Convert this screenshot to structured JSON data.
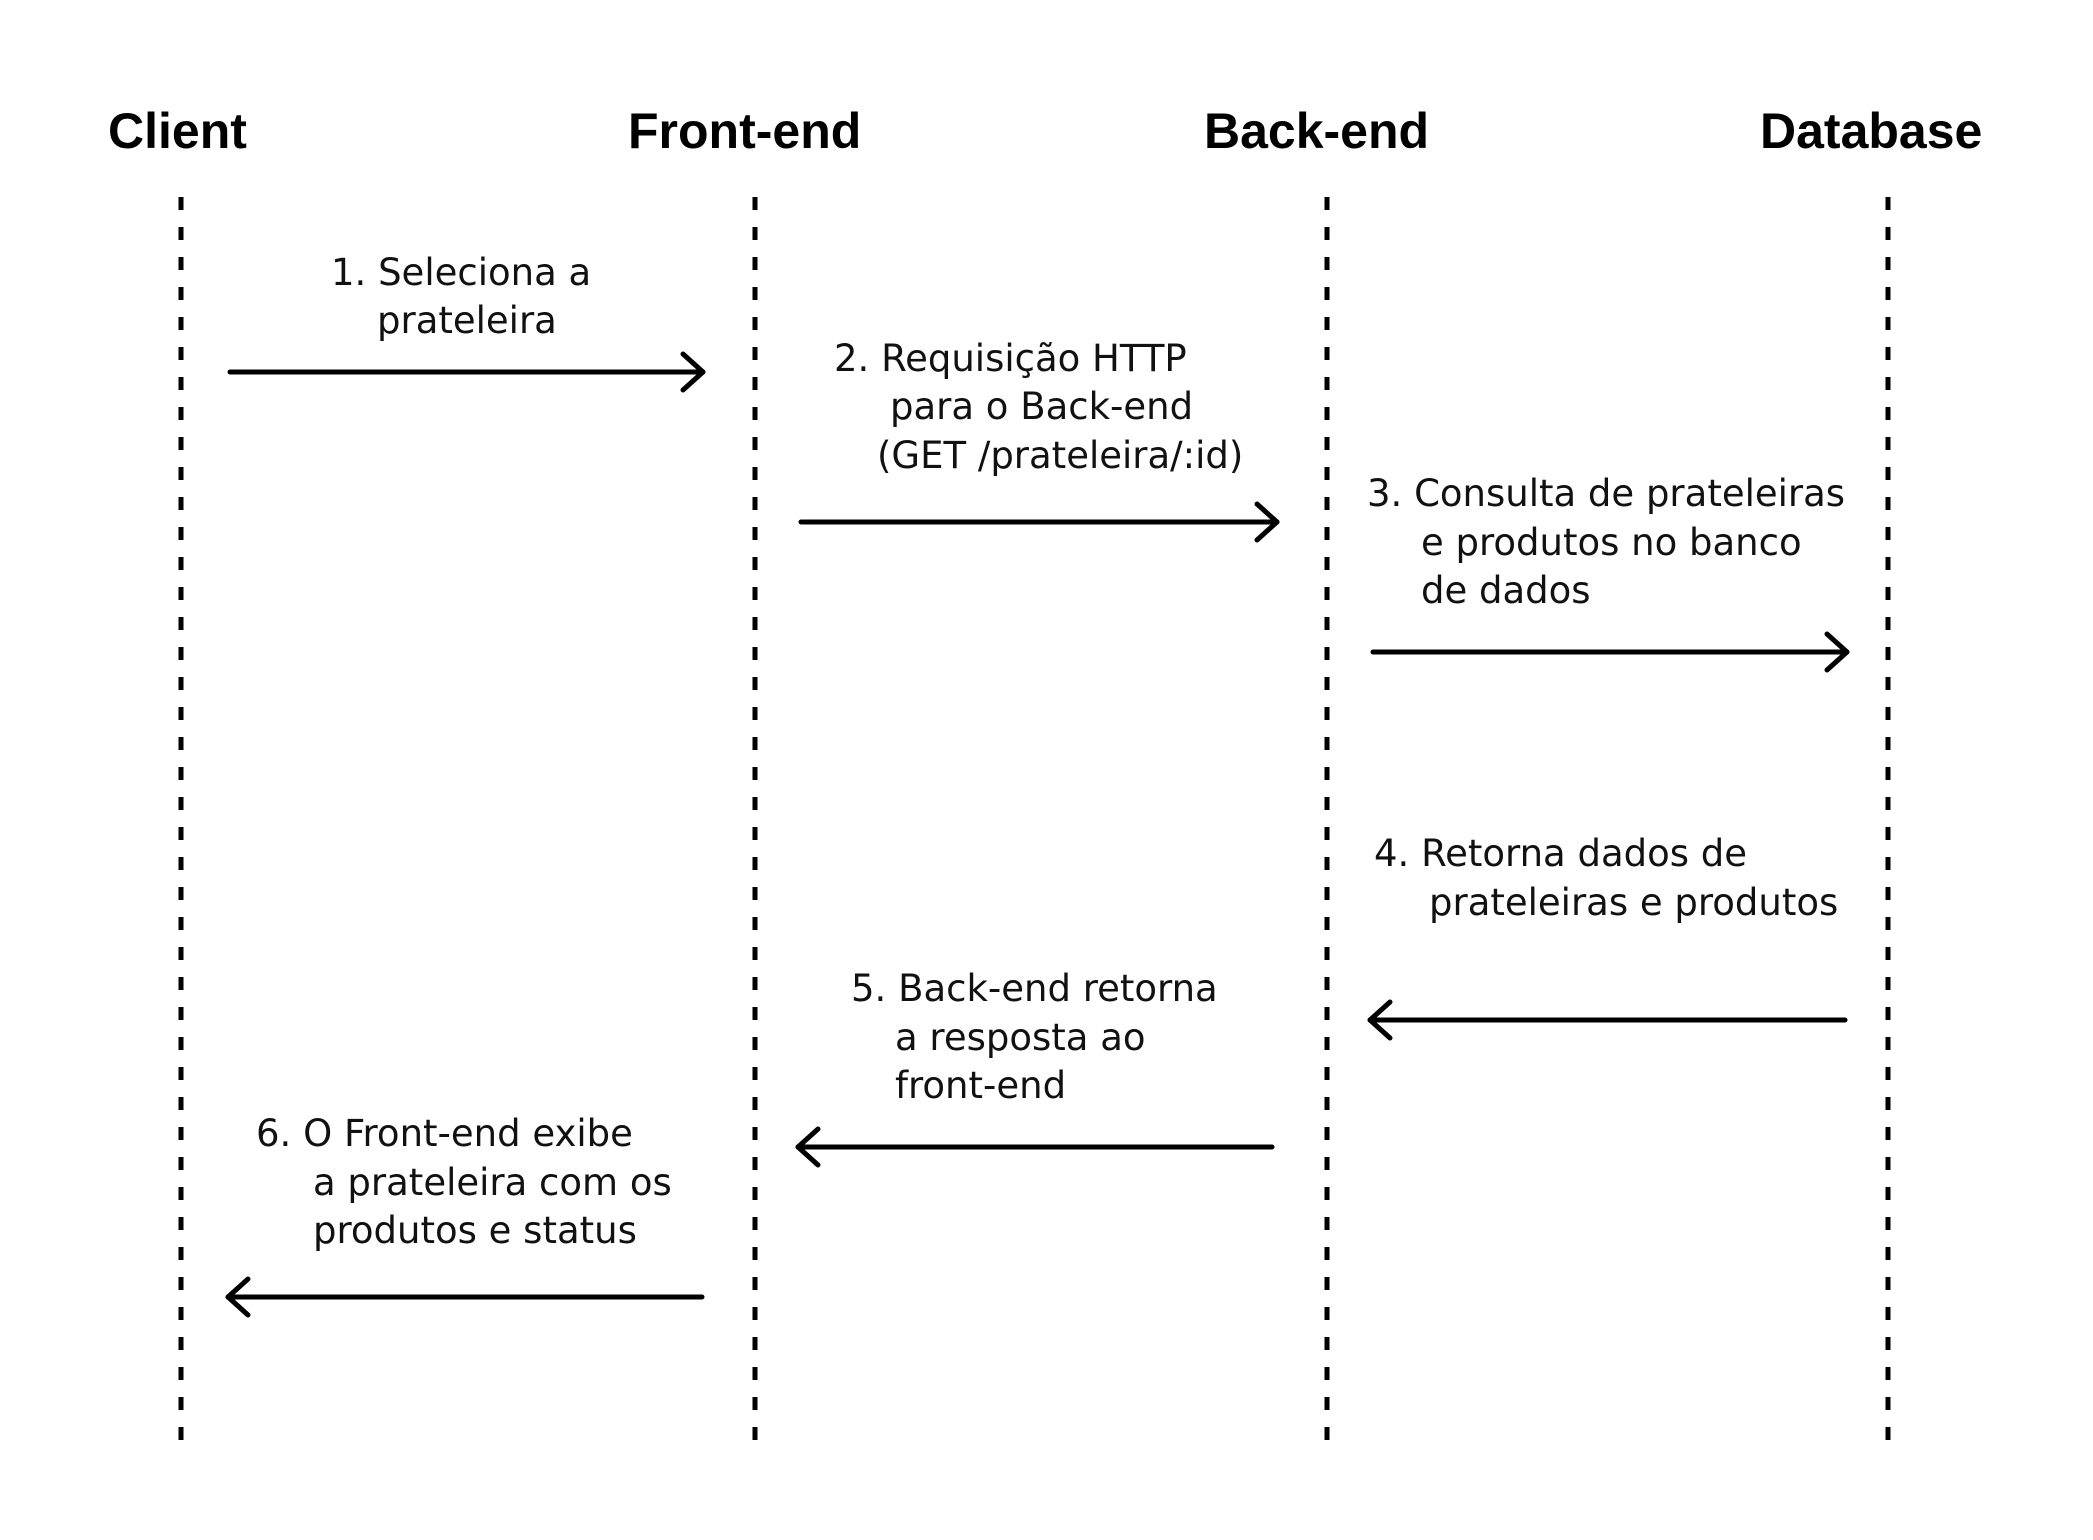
{
  "actors": [
    {
      "id": "client",
      "label": "Client"
    },
    {
      "id": "frontend",
      "label": "Front-end"
    },
    {
      "id": "backend",
      "label": "Back-end"
    },
    {
      "id": "database",
      "label": "Database"
    }
  ],
  "messages": [
    {
      "step": 1,
      "from": "client",
      "to": "frontend",
      "lines": [
        "1. Seleciona a",
        "prateleira"
      ]
    },
    {
      "step": 2,
      "from": "frontend",
      "to": "backend",
      "lines": [
        "2. Requisição HTTP",
        "para o Back-end",
        "(GET /prateleira/:id)"
      ]
    },
    {
      "step": 3,
      "from": "backend",
      "to": "database",
      "lines": [
        "3. Consulta de prateleiras",
        "e produtos no banco",
        "de dados"
      ]
    },
    {
      "step": 4,
      "from": "database",
      "to": "backend",
      "lines": [
        "4. Retorna dados de",
        "prateleiras e produtos"
      ]
    },
    {
      "step": 5,
      "from": "backend",
      "to": "frontend",
      "lines": [
        "5. Back-end retorna",
        "a resposta ao",
        "front-end"
      ]
    },
    {
      "step": 6,
      "from": "frontend",
      "to": "client",
      "lines": [
        "6. O Front-end exibe",
        "a prateleira com os",
        "produtos e status"
      ]
    }
  ]
}
